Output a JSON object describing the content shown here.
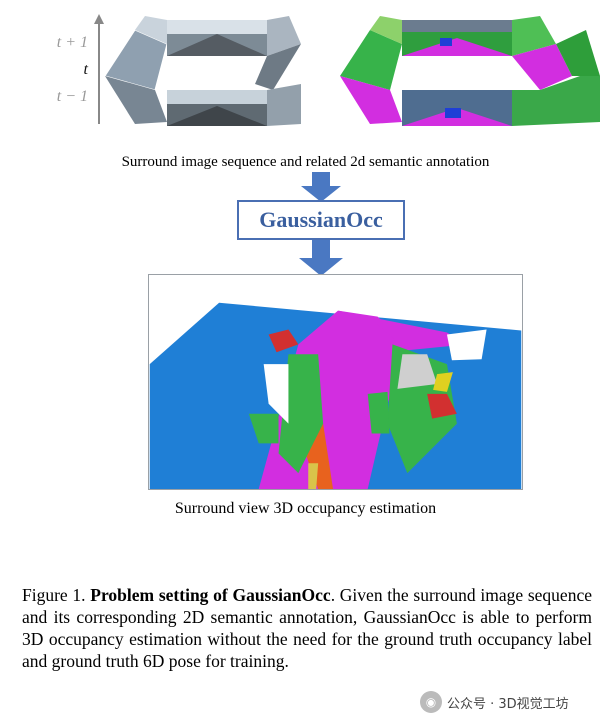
{
  "timeline": {
    "labels": [
      "t + 1",
      "t",
      "t − 1"
    ]
  },
  "captions": {
    "top": "Surround image sequence and related 2d semantic annotation",
    "bottom": "Surround view 3D occupancy estimation"
  },
  "method_name": "GaussianOcc",
  "figure_caption": {
    "prefix": "Figure 1. ",
    "bold": "Problem setting of GaussianOcc",
    "body": ". Given the surround image sequence and its corresponding 2D semantic annotation, GaussianOcc is able to perform 3D occupancy estimation without the need for the ground truth occupancy label and ground truth 6D pose for training."
  },
  "watermark": {
    "text": "公众号 · 3D视觉工坊"
  },
  "colors": {
    "arrow_blue": "#4a78c2",
    "box_border": "#4a6fb3",
    "ground_blue": "#1f7fd6",
    "road_magenta": "#d22ee0",
    "vegetation_green": "#37b34a"
  }
}
